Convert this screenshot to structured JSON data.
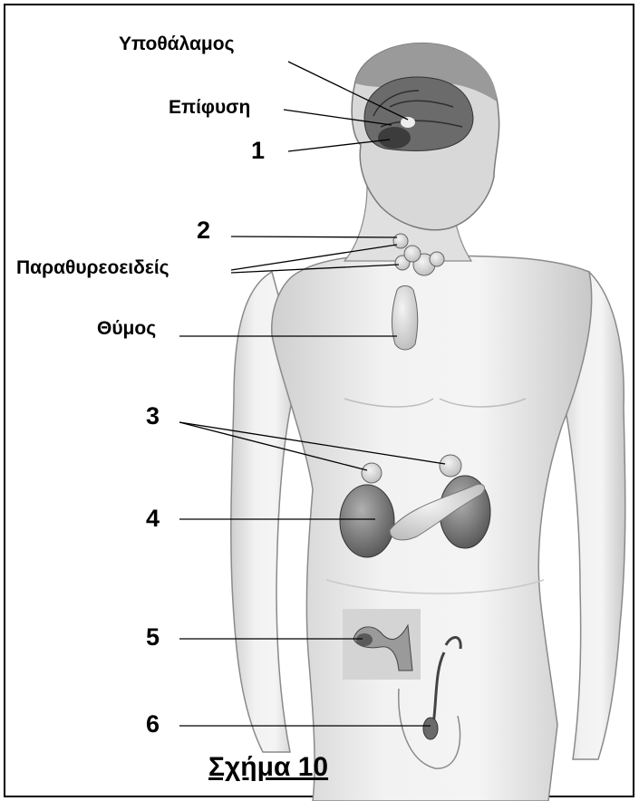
{
  "labels": {
    "hypothalamus": "Υποθάλαμος",
    "pineal": "Επίφυση",
    "n1": "1",
    "n2": "2",
    "parathyroids": "Παραθυρεοειδείς",
    "thymus": "Θύμος",
    "n3": "3",
    "n4": "4",
    "n5": "5",
    "n6": "6"
  },
  "caption": "Σχήμα 10"
}
